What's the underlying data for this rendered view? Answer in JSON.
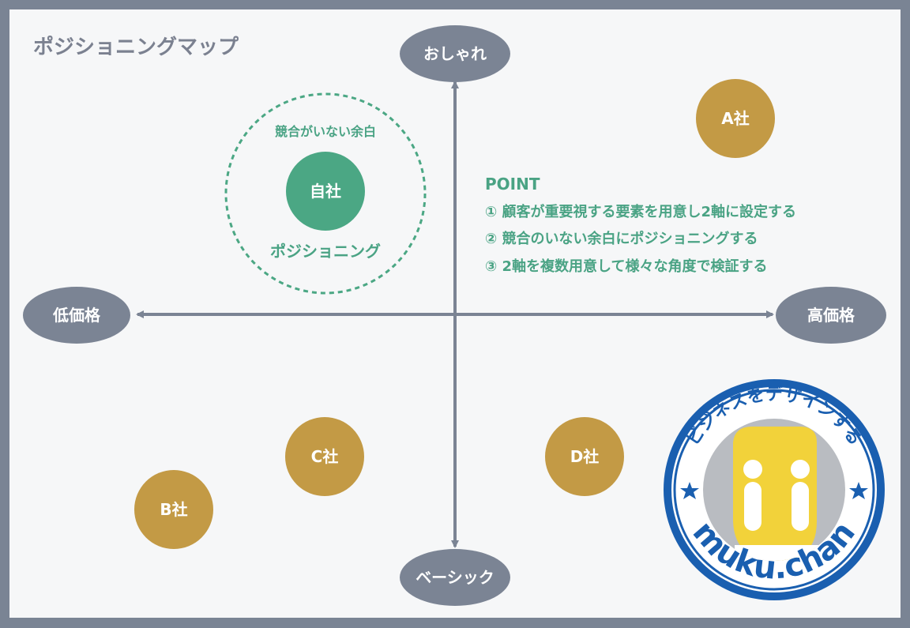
{
  "title": "ポジショニングマップ",
  "axes": {
    "top": "おしゃれ",
    "bottom": "ベーシック",
    "left": "低価格",
    "right": "高価格"
  },
  "self": {
    "label": "自社",
    "whitespace_caption": "競合がいない余白",
    "positioning_caption": "ポジショニング"
  },
  "competitors": [
    {
      "label": "A社"
    },
    {
      "label": "B社"
    },
    {
      "label": "C社"
    },
    {
      "label": "D社"
    }
  ],
  "point": {
    "heading": "POINT",
    "items": [
      "① 顧客が重要視する要素を用意し2軸に設定する",
      "② 競合のいない余白にポジショニングする",
      "③ 2軸を複数用意して様々な角度で検証する"
    ]
  },
  "logo": {
    "top_text": "ビジネスをデザインする",
    "bottom_text": "muku.chan"
  },
  "colors": {
    "frame": "#7a8494",
    "axis": "#7b8494",
    "competitor": "#c39a45",
    "self": "#4ba784",
    "point_text": "#4aa384",
    "logo_blue": "#1a5fb0",
    "logo_yellow": "#f2d23a"
  }
}
